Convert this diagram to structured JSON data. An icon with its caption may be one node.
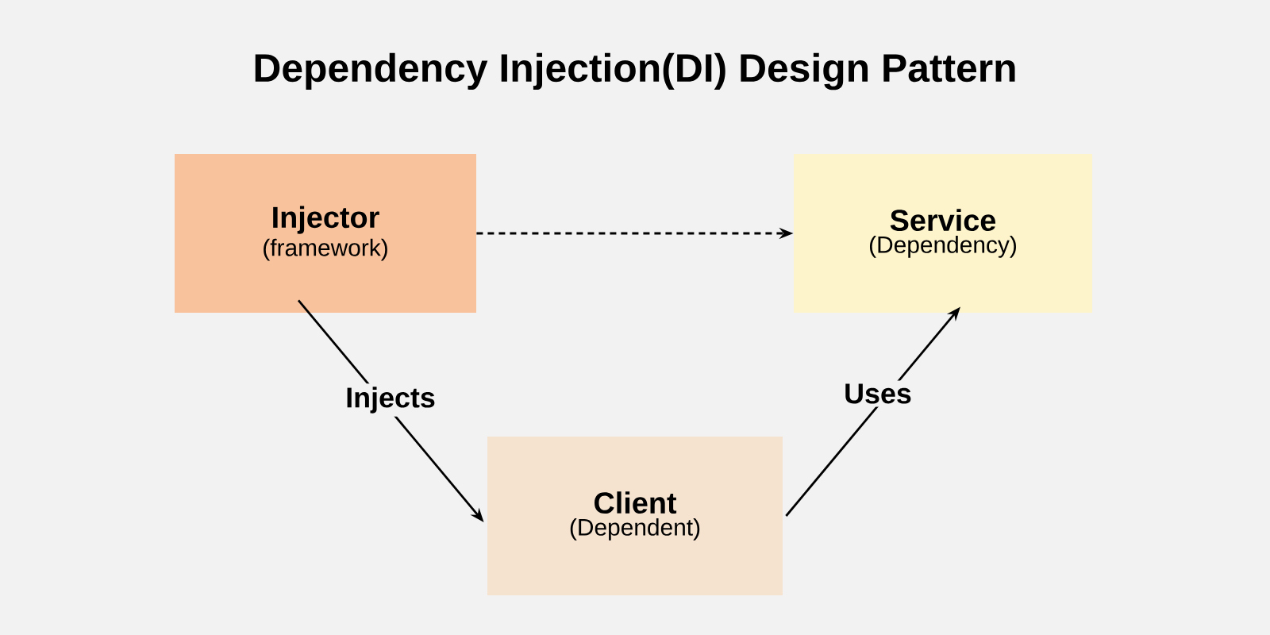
{
  "diagram": {
    "title": "Dependency Injection(DI) Design Pattern",
    "nodes": [
      {
        "text": [
          "Injector",
          "(framework)"
        ]
      },
      {
        "text": [
          "Service",
          "(Dependency)"
        ]
      },
      {
        "text": [
          "Client",
          "(Dependent)"
        ]
      }
    ],
    "edges": [
      {
        "from": 0,
        "to": 1,
        "arrow": "to",
        "style": "dashed"
      },
      {
        "from": 0,
        "to": 2,
        "arrow": "to",
        "label": "Injects"
      },
      {
        "from": 2,
        "to": 1,
        "arrow": "to",
        "label": "Uses"
      }
    ]
  }
}
